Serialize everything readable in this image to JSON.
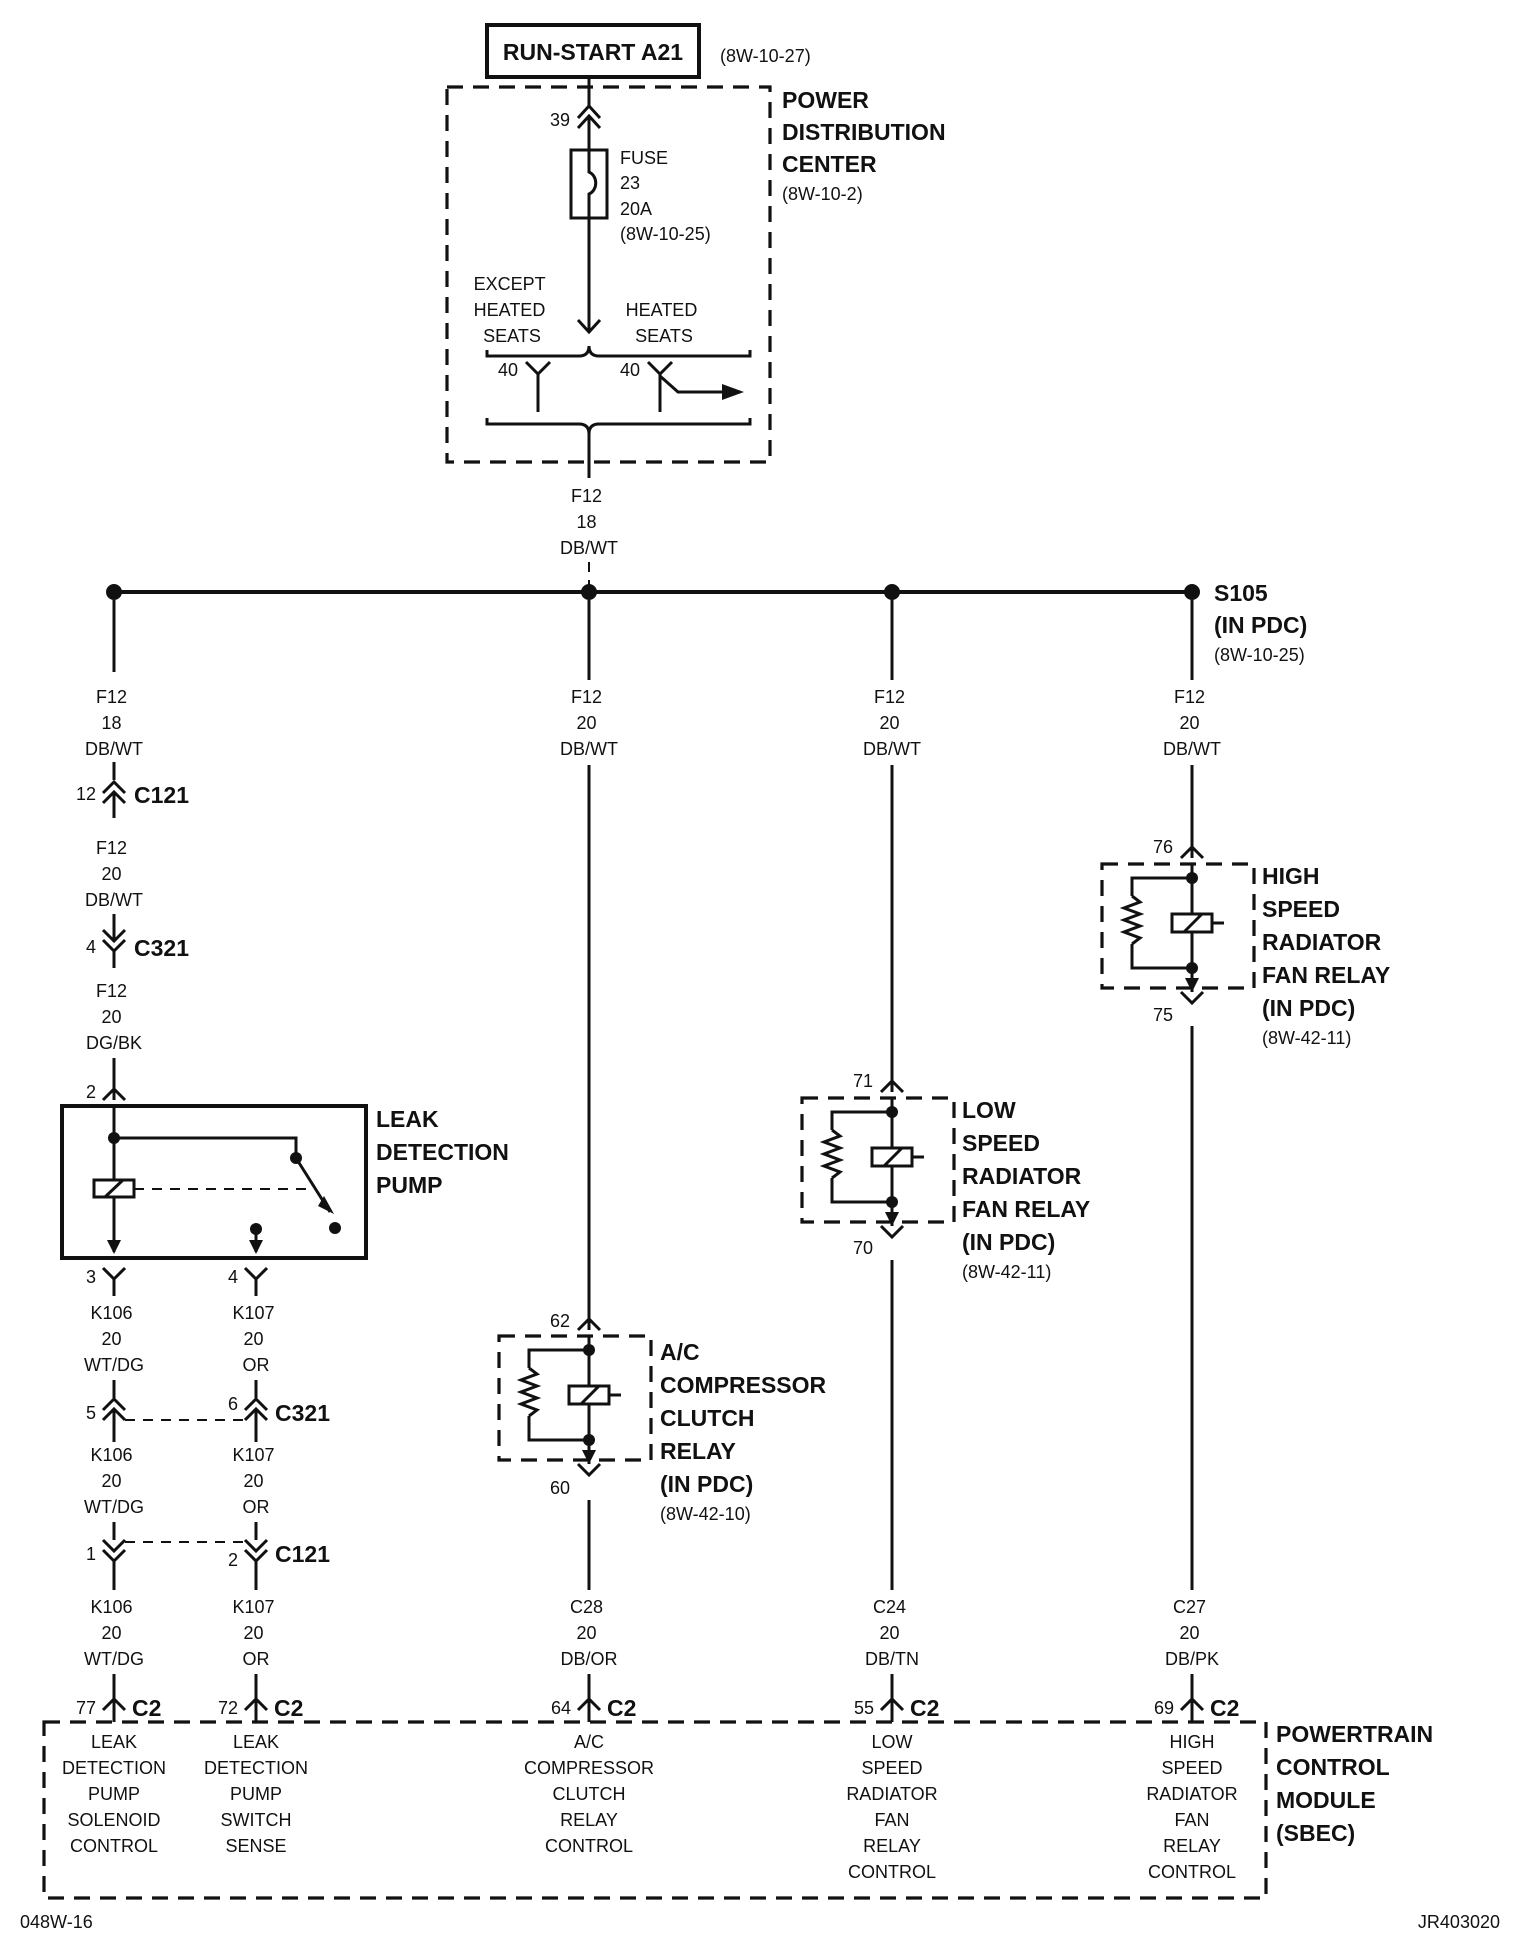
{
  "run_start": {
    "label": "RUN-START A21",
    "ref": "(8W-10-27)"
  },
  "pdc": {
    "title": [
      "POWER",
      "DISTRIBUTION",
      "CENTER"
    ],
    "ref": "(8W-10-2)",
    "fuse_pin": "39",
    "fuse": [
      "FUSE",
      "23",
      "20A",
      "(8W-10-25)"
    ],
    "except_heated": [
      "EXCEPT",
      "HEATED",
      "SEATS"
    ],
    "heated": [
      "HEATED",
      "SEATS"
    ],
    "pin_left": "40",
    "pin_right": "40",
    "wire_out": [
      "F12",
      "18",
      "DB/WT"
    ]
  },
  "splice": {
    "label": [
      "S105",
      "(IN PDC)"
    ],
    "ref": "(8W-10-25)"
  },
  "branch1": {
    "wire_a": [
      "F12",
      "18",
      "DB/WT"
    ],
    "c121_pin": "12",
    "c121": "C121",
    "wire_b": [
      "F12",
      "20",
      "DB/WT"
    ],
    "c321_pin": "4",
    "c321": "C321",
    "wire_c": [
      "F12",
      "20",
      "DG/BK"
    ],
    "pump_pin_in": "2",
    "pump_label": [
      "LEAK",
      "DETECTION",
      "PUMP"
    ],
    "pin3": "3",
    "pin4": "4",
    "k106_a": [
      "K106",
      "20",
      "WT/DG"
    ],
    "k107_a": [
      "K107",
      "20",
      "OR"
    ],
    "c321b_pin5": "5",
    "c321b_pin6": "6",
    "c321b": "C321",
    "k106_b": [
      "K106",
      "20",
      "WT/DG"
    ],
    "k107_b": [
      "K107",
      "20",
      "OR"
    ],
    "c121b_pin1": "1",
    "c121b_pin2": "2",
    "c121b": "C121",
    "k106_c": [
      "K106",
      "20",
      "WT/DG"
    ],
    "k107_c": [
      "K107",
      "20",
      "OR"
    ]
  },
  "branch2": {
    "wire_a": [
      "F12",
      "20",
      "DB/WT"
    ],
    "pin_in": "62",
    "pin_out": "60",
    "relay_label": [
      "A/C",
      "COMPRESSOR",
      "CLUTCH",
      "RELAY",
      "(IN PDC)"
    ],
    "relay_ref": "(8W-42-10)",
    "wire_b": [
      "C28",
      "20",
      "DB/OR"
    ]
  },
  "branch3": {
    "wire_a": [
      "F12",
      "20",
      "DB/WT"
    ],
    "pin_in": "71",
    "pin_out": "70",
    "relay_label": [
      "LOW",
      "SPEED",
      "RADIATOR",
      "FAN RELAY",
      "(IN PDC)"
    ],
    "relay_ref": "(8W-42-11)",
    "wire_b": [
      "C24",
      "20",
      "DB/TN"
    ]
  },
  "branch4": {
    "wire_a": [
      "F12",
      "20",
      "DB/WT"
    ],
    "pin_in": "76",
    "pin_out": "75",
    "relay_label": [
      "HIGH",
      "SPEED",
      "RADIATOR",
      "FAN RELAY",
      "(IN PDC)"
    ],
    "relay_ref": "(8W-42-11)",
    "wire_b": [
      "C27",
      "20",
      "DB/PK"
    ]
  },
  "pcm": {
    "title": [
      "POWERTRAIN",
      "CONTROL",
      "MODULE",
      "(SBEC)"
    ],
    "pins": [
      {
        "pin": "77",
        "conn": "C2",
        "label": [
          "LEAK",
          "DETECTION",
          "PUMP",
          "SOLENOID",
          "CONTROL"
        ]
      },
      {
        "pin": "72",
        "conn": "C2",
        "label": [
          "LEAK",
          "DETECTION",
          "PUMP",
          "SWITCH",
          "SENSE"
        ]
      },
      {
        "pin": "64",
        "conn": "C2",
        "label": [
          "A/C",
          "COMPRESSOR",
          "CLUTCH",
          "RELAY",
          "CONTROL"
        ]
      },
      {
        "pin": "55",
        "conn": "C2",
        "label": [
          "LOW",
          "SPEED",
          "RADIATOR",
          "FAN",
          "RELAY",
          "CONTROL"
        ]
      },
      {
        "pin": "69",
        "conn": "C2",
        "label": [
          "HIGH",
          "SPEED",
          "RADIATOR",
          "FAN",
          "RELAY",
          "CONTROL"
        ]
      }
    ]
  },
  "footer": {
    "left": "048W-16",
    "right": "JR403020"
  }
}
